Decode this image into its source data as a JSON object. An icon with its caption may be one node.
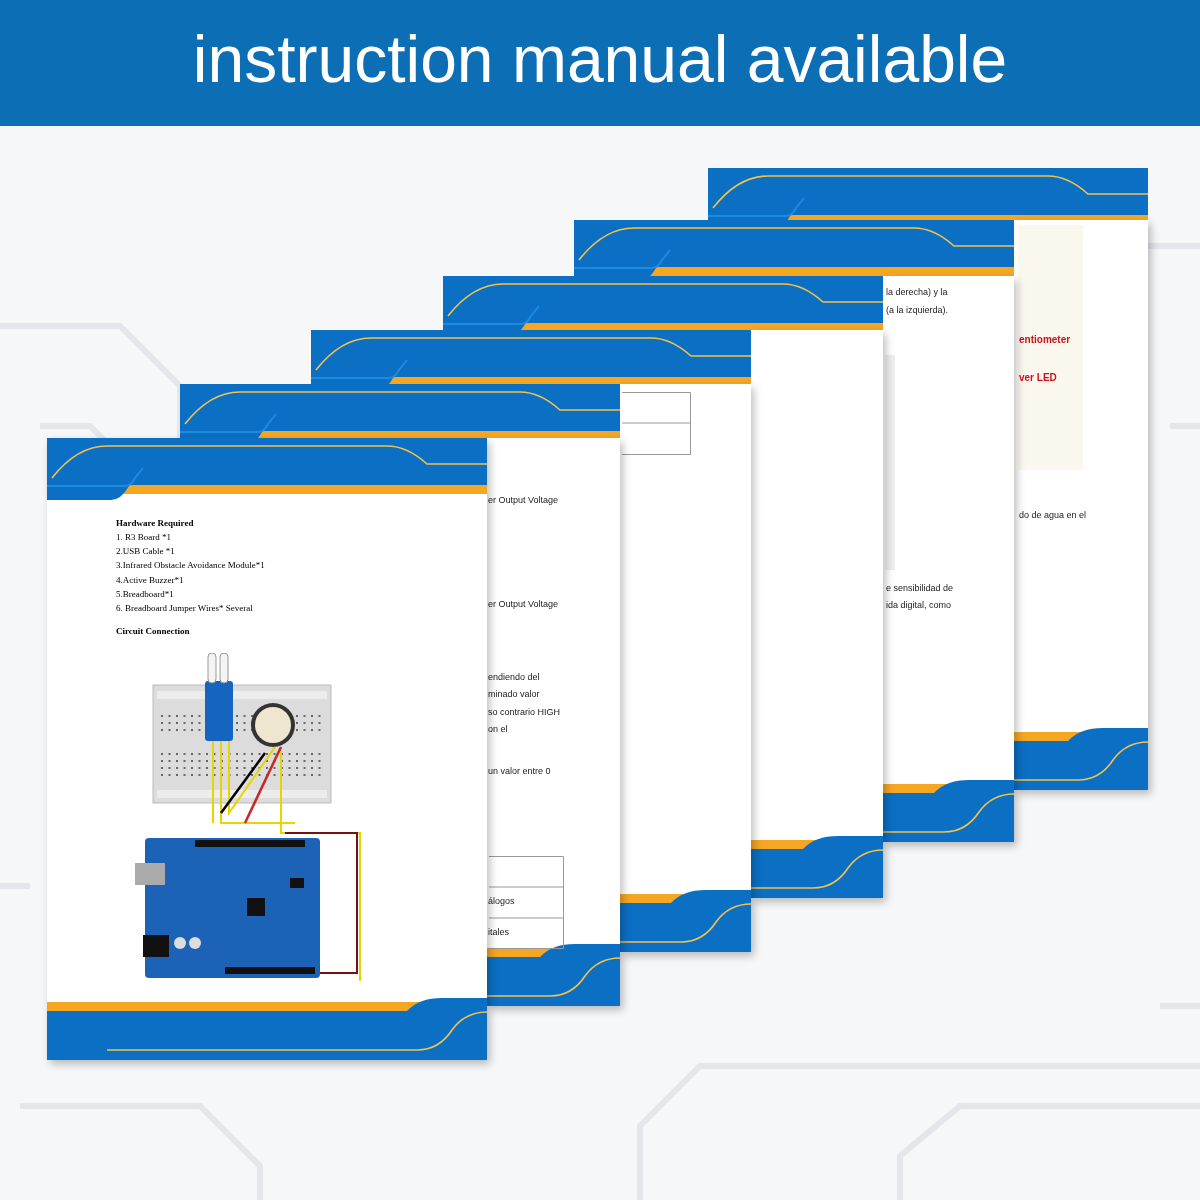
{
  "diagram": {
    "title": "instruction manual available",
    "nodes": [
      {
        "text": [
          "Hardware Required",
          "1. R3 Board *1",
          "2.USB Cable *1",
          "3.Infrared Obstacle Avoidance Module*1",
          "4.Active Buzzer*1",
          "5.Breadboard*1",
          "6. Breadboard Jumper Wires* Several",
          "Circuit Connection"
        ]
      },
      {
        "text": [
          "er Output Voltage",
          "er Output Voltage",
          "endiendo del",
          "minado valor",
          "so contrario HIGH",
          "on el",
          "un valor entre 0",
          "álogos",
          "itales"
        ]
      },
      {
        "text": [],
        "shape": "box"
      },
      {
        "text": [],
        "shape": "box"
      },
      {
        "text": [
          "la derecha) y la",
          "(a la izquierda).",
          "e sensibilidad de",
          "ida digital, como"
        ]
      },
      {
        "text": [
          "entiometer",
          "ver LED",
          "do de agua en el"
        ]
      }
    ]
  }
}
